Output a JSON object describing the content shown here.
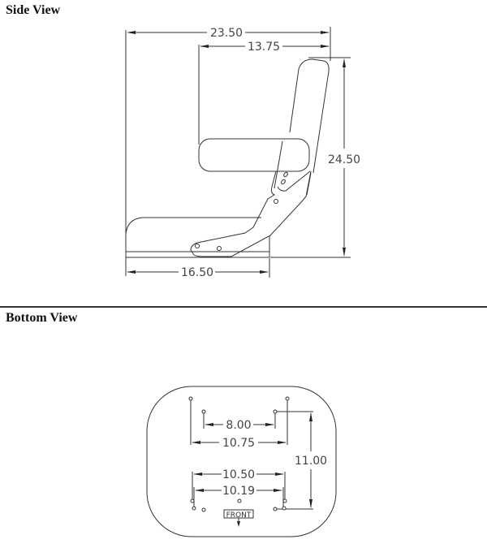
{
  "side_view": {
    "title": "Side View",
    "dimensions": {
      "overall_depth": "23.50",
      "backrest_to_armrest_front": "13.75",
      "overall_height": "24.50",
      "seat_depth": "16.50"
    }
  },
  "bottom_view": {
    "title": "Bottom View",
    "dimensions": {
      "inner_rear_hole_spacing": "8.00",
      "outer_rear_hole_spacing": "10.75",
      "outer_front_hole_spacing": "10.50",
      "inner_front_hole_spacing": "10.19",
      "front_to_rear_hole_spacing": "11.00"
    },
    "front_label": "FRONT"
  },
  "colors": {
    "line": "#333333",
    "text": "#444444",
    "background": "#ffffff"
  }
}
